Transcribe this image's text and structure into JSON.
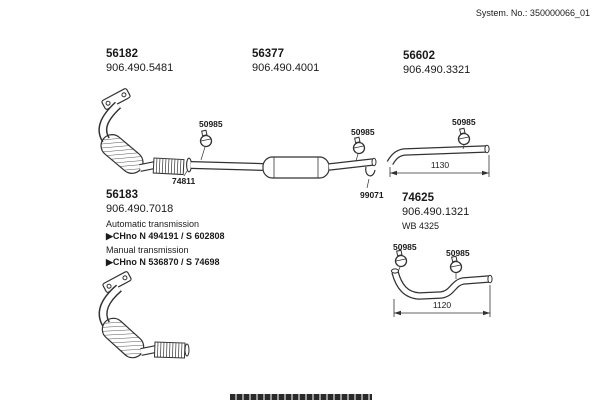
{
  "header": {
    "system_no": "System. No.: 350000066_01"
  },
  "labels": {
    "clamp": "50985",
    "gasket": "74811",
    "hanger": "99071"
  },
  "parts": {
    "p56182": {
      "number": "56182",
      "ref": "906.490.5481"
    },
    "p56377": {
      "number": "56377",
      "ref": "906.490.4001"
    },
    "p56602": {
      "number": "56602",
      "ref": "906.490.3321"
    },
    "p56183": {
      "number": "56183",
      "ref": "906.490.7018",
      "auto_label": "Automatic transmission",
      "auto_code": "▶CHno N 494191 / S 602808",
      "manual_label": "Manual transmission",
      "manual_code": "▶CHno N 536870 / S 74698"
    },
    "p74625": {
      "number": "74625",
      "ref": "906.490.1321",
      "wb": "WB 4325"
    }
  },
  "dimensions": {
    "pipe_top": "1130",
    "pipe_bottom": "1120"
  }
}
